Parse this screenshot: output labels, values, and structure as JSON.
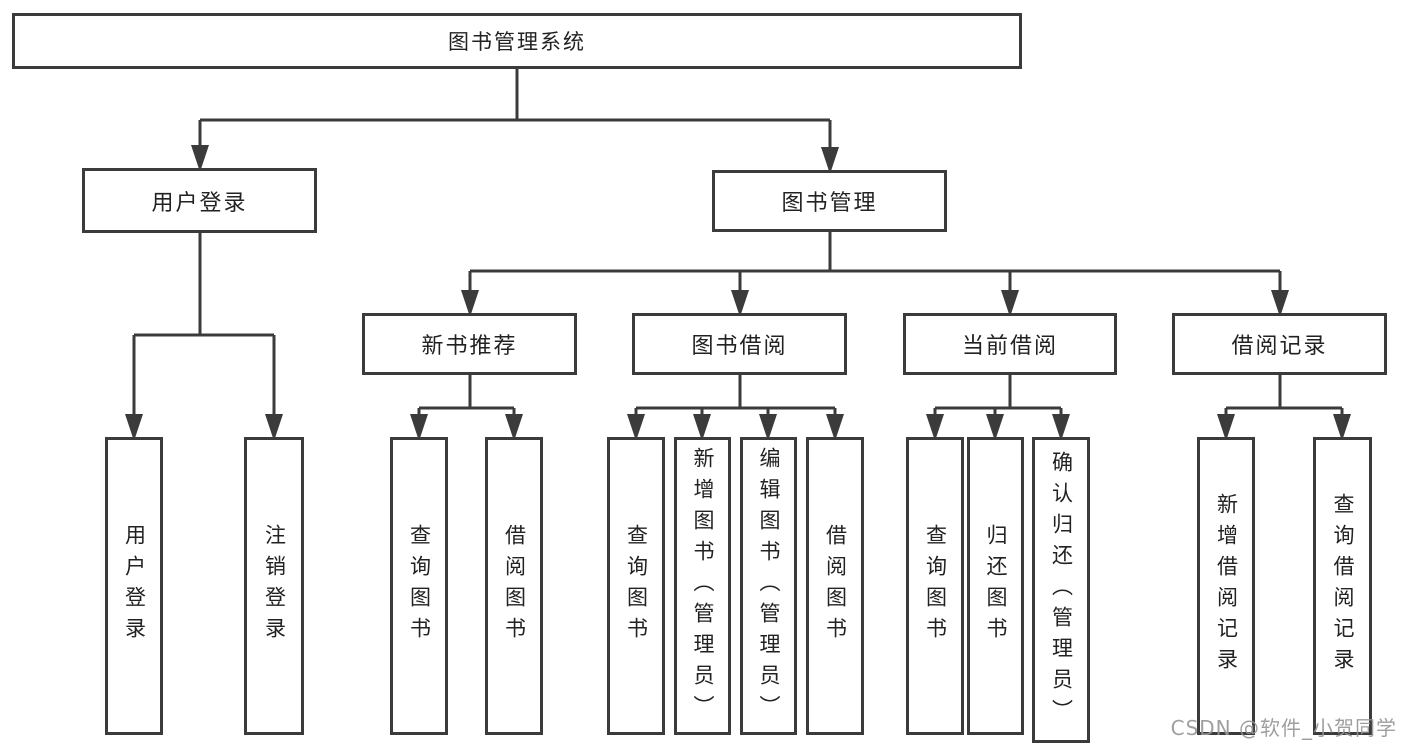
{
  "diagram": {
    "title": "图书管理系统",
    "nodes": {
      "root": {
        "label": "图书管理系统"
      },
      "user_login": {
        "label": "用户登录"
      },
      "book_mgmt": {
        "label": "图书管理"
      },
      "new_book_rec": {
        "label": "新书推荐"
      },
      "book_borrow": {
        "label": "图书借阅"
      },
      "current_borrow": {
        "label": "当前借阅"
      },
      "borrow_records": {
        "label": "借阅记录"
      },
      "leaf_user_login": {
        "label": "用户登录"
      },
      "leaf_logout": {
        "label": "注销登录"
      },
      "leaf_query_book_1": {
        "label": "查询图书"
      },
      "leaf_borrow_book_1": {
        "label": "借阅图书"
      },
      "leaf_query_book_2": {
        "label": "查询图书"
      },
      "leaf_add_book": {
        "label": "新增图书（管理员）"
      },
      "leaf_edit_book": {
        "label": "编辑图书（管理员）"
      },
      "leaf_borrow_book_2": {
        "label": "借阅图书"
      },
      "leaf_query_book_3": {
        "label": "查询图书"
      },
      "leaf_return_book": {
        "label": "归还图书"
      },
      "leaf_confirm_return": {
        "label": "确认归还（管理员）"
      },
      "leaf_add_borrow_record": {
        "label": "新增借阅记录"
      },
      "leaf_query_borrow_record": {
        "label": "查询借阅记录"
      }
    },
    "edges": [
      "图书管理系统→用户登录",
      "图书管理系统→图书管理",
      "用户登录→用户登录",
      "用户登录→注销登录",
      "图书管理→新书推荐",
      "图书管理→图书借阅",
      "图书管理→当前借阅",
      "图书管理→借阅记录",
      "新书推荐→查询图书",
      "新书推荐→借阅图书",
      "图书借阅→查询图书",
      "图书借阅→新增图书（管理员）",
      "图书借阅→编辑图书（管理员）",
      "图书借阅→借阅图书",
      "当前借阅→查询图书",
      "当前借阅→归还图书",
      "当前借阅→确认归还（管理员）",
      "借阅记录→新增借阅记录",
      "借阅记录→查询借阅记录"
    ],
    "colors": {
      "line": "#3b3b3b",
      "text": "#222222",
      "watermark": "#979797",
      "background": "#ffffff"
    },
    "watermark": "CSDN @软件_小贺同学"
  }
}
